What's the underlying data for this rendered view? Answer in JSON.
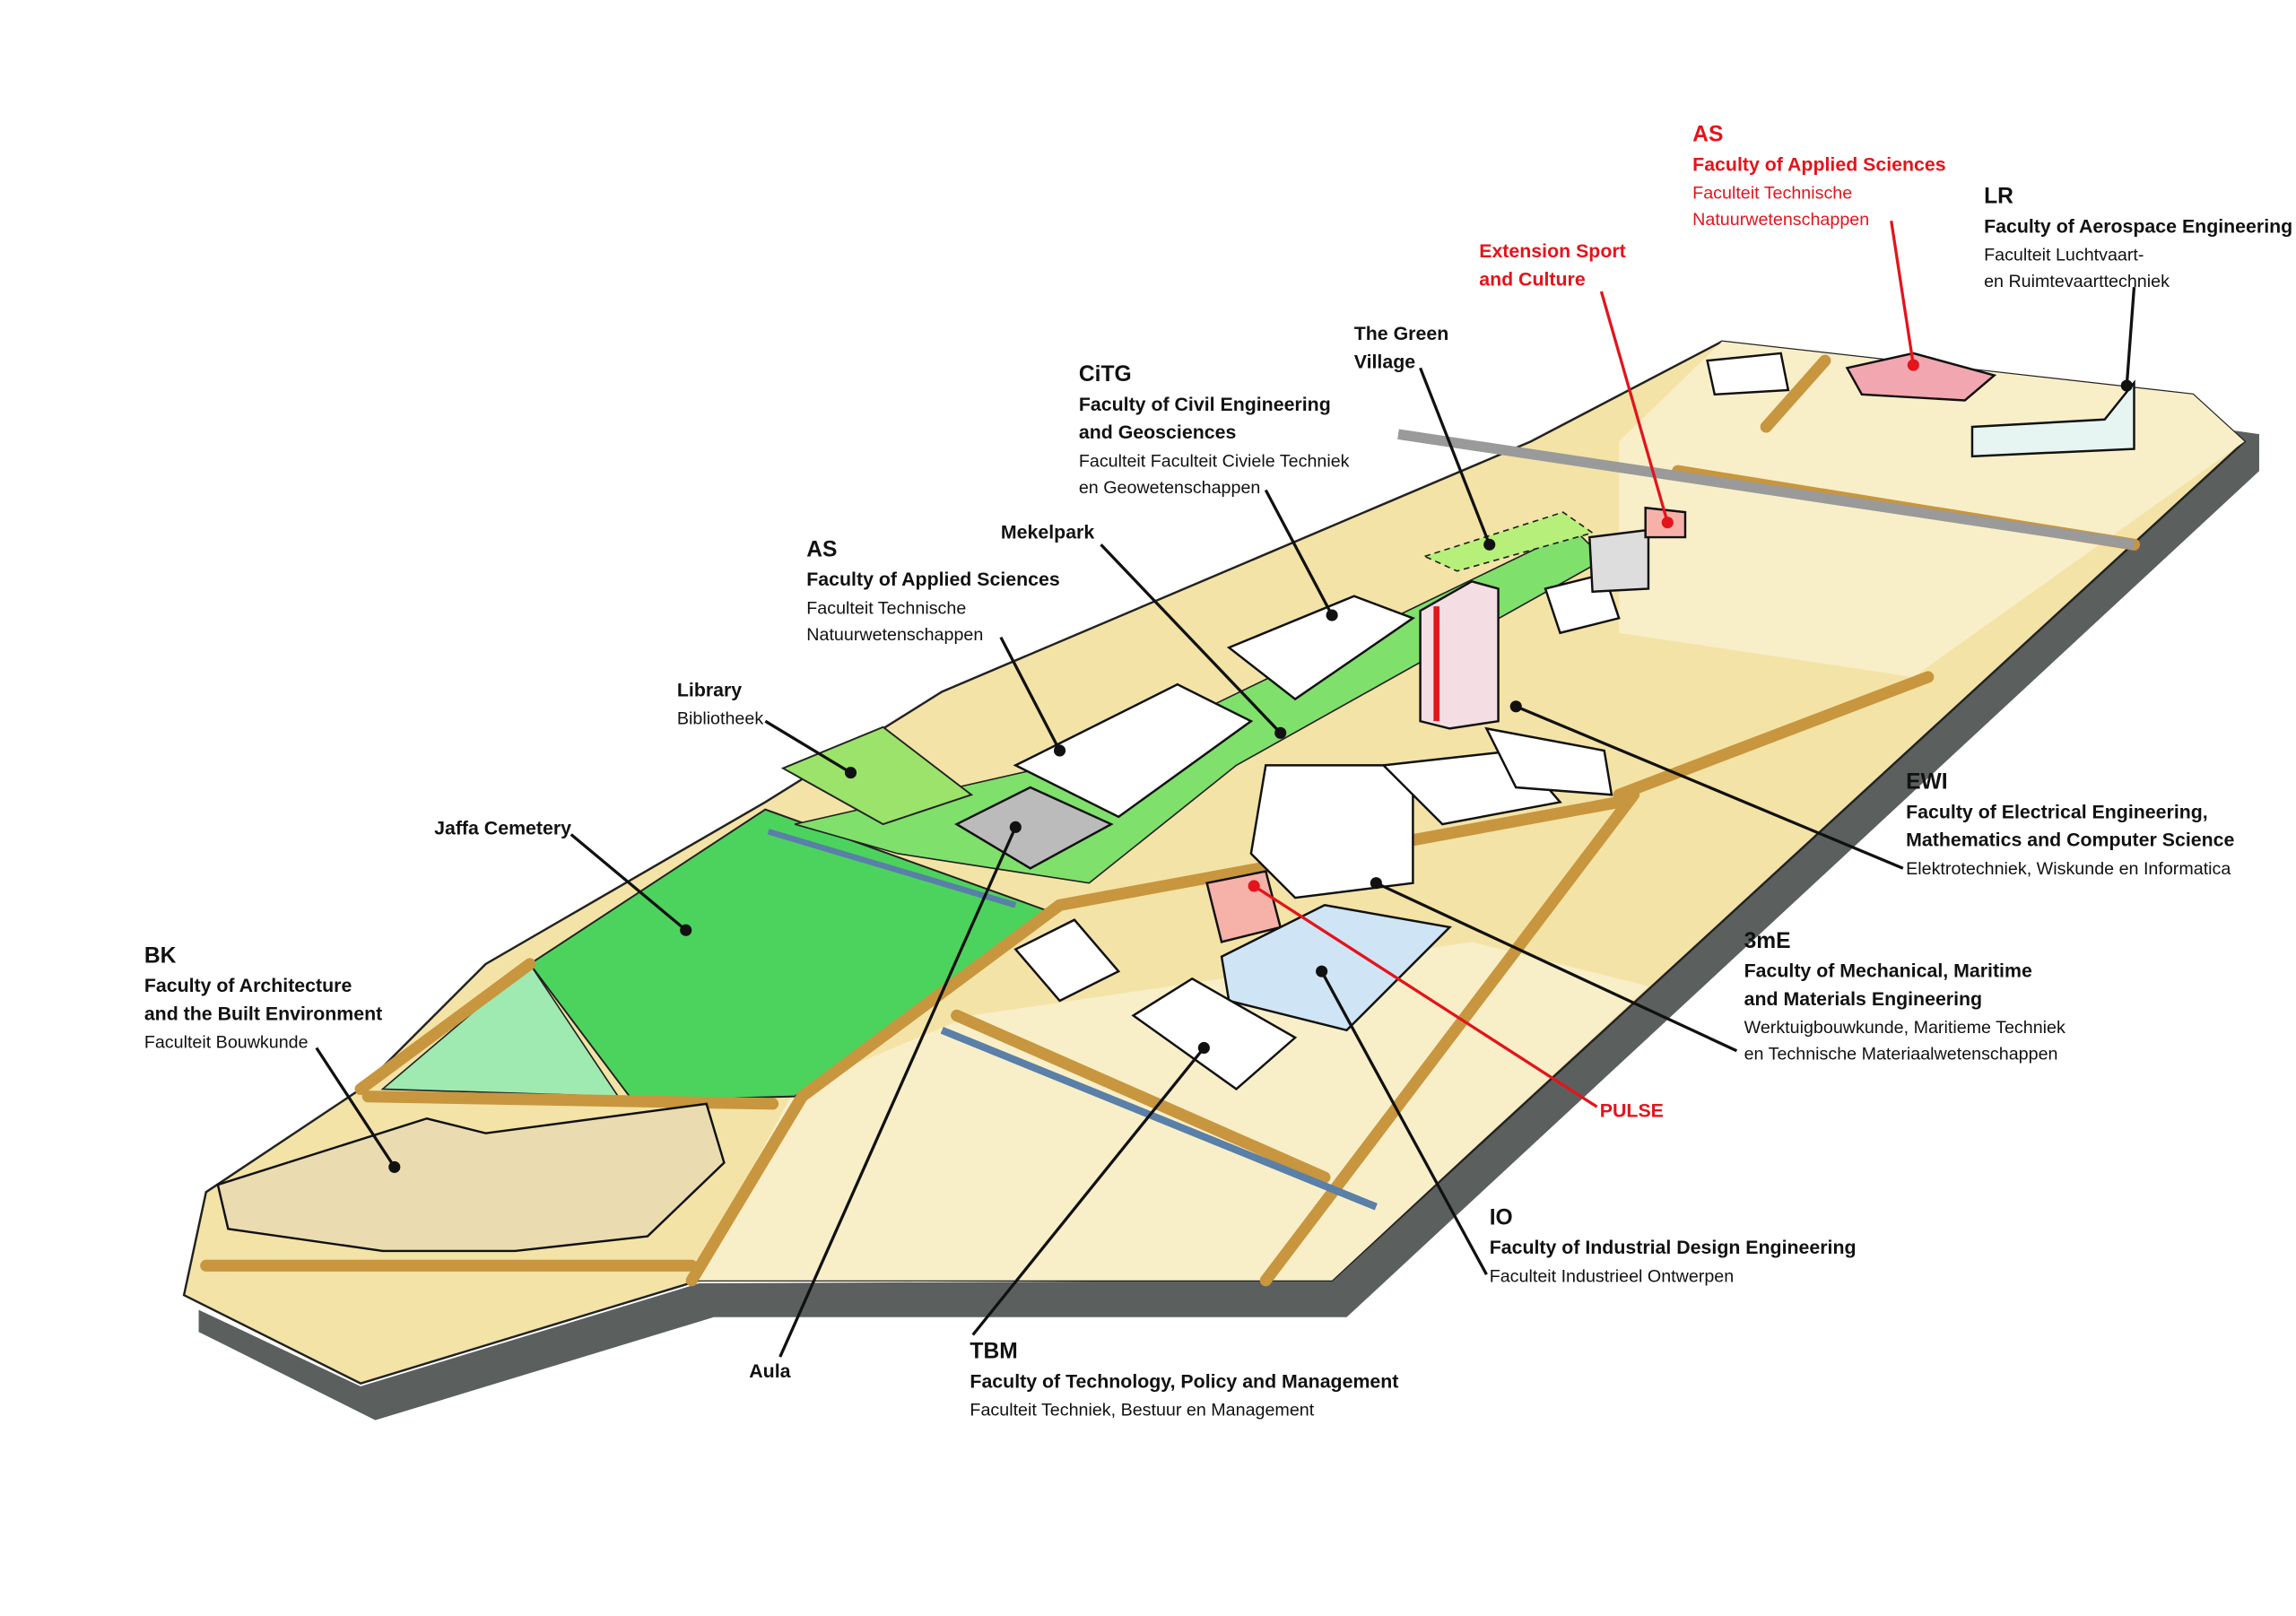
{
  "colors": {
    "label": "#111111",
    "highlight": "#e3141b",
    "ground": "#f3e3a6",
    "road": "#c8963e",
    "green": "#4cd35e",
    "shadow": "#5b605f",
    "water": "#5a7fa8"
  },
  "labels": [
    {
      "id": "as-new",
      "code": "AS",
      "title": [
        "Faculty of Applied Sciences"
      ],
      "sub": [
        "Faculteit Technische",
        "Natuurwetenschappen"
      ],
      "highlight": true
    },
    {
      "id": "lr",
      "code": "LR",
      "title": [
        "Faculty of Aerospace Engineering"
      ],
      "sub": [
        "Faculteit Luchtvaart-",
        "en Ruimtevaarttechniek"
      ],
      "highlight": false
    },
    {
      "id": "extension-sport",
      "code": "",
      "title": [
        "Extension Sport",
        "and Culture"
      ],
      "sub": [],
      "highlight": true
    },
    {
      "id": "green-village",
      "code": "",
      "title": [
        "The Green",
        "Village"
      ],
      "sub": [],
      "highlight": false
    },
    {
      "id": "citg",
      "code": "CiTG",
      "title": [
        "Faculty of Civil Engineering",
        "and Geosciences"
      ],
      "sub": [
        "Faculteit Faculteit Civiele Techniek",
        "en Geowetenschappen"
      ],
      "highlight": false
    },
    {
      "id": "mekelpark",
      "code": "",
      "title": [
        "Mekelpark"
      ],
      "sub": [],
      "highlight": false
    },
    {
      "id": "as",
      "code": "AS",
      "title": [
        "Faculty of Applied Sciences"
      ],
      "sub": [
        "Faculteit Technische",
        "Natuurwetenschappen"
      ],
      "highlight": false
    },
    {
      "id": "library",
      "code": "",
      "title": [
        "Library"
      ],
      "sub": [
        "Bibliotheek"
      ],
      "highlight": false
    },
    {
      "id": "jaffa-cemetery",
      "code": "",
      "title": [
        "Jaffa Cemetery"
      ],
      "sub": [],
      "highlight": false
    },
    {
      "id": "bk",
      "code": "BK",
      "title": [
        "Faculty of Architecture",
        "and the Built Environment"
      ],
      "sub": [
        "Faculteit Bouwkunde"
      ],
      "highlight": false
    },
    {
      "id": "ewi",
      "code": "EWI",
      "title": [
        "Faculty of Electrical Engineering,",
        "Mathematics and Computer Science"
      ],
      "sub": [
        "Elektrotechniek, Wiskunde en Informatica"
      ],
      "highlight": false
    },
    {
      "id": "3me",
      "code": "3mE",
      "title": [
        "Faculty of Mechanical, Maritime",
        "and Materials Engineering"
      ],
      "sub": [
        "Werktuigbouwkunde, Maritieme Techniek",
        "en Technische Materiaalwetenschappen"
      ],
      "highlight": false
    },
    {
      "id": "pulse",
      "code": "",
      "title": [
        "PULSE"
      ],
      "sub": [],
      "highlight": true
    },
    {
      "id": "io",
      "code": "IO",
      "title": [
        "Faculty of Industrial Design Engineering"
      ],
      "sub": [
        "Faculteit Industrieel Ontwerpen"
      ],
      "highlight": false
    },
    {
      "id": "tbm",
      "code": "TBM",
      "title": [
        "Faculty of Technology, Policy and Management"
      ],
      "sub": [
        "Faculteit Techniek, Bestuur en Management"
      ],
      "highlight": false
    },
    {
      "id": "aula",
      "code": "",
      "title": [
        "Aula"
      ],
      "sub": [],
      "highlight": false
    }
  ]
}
